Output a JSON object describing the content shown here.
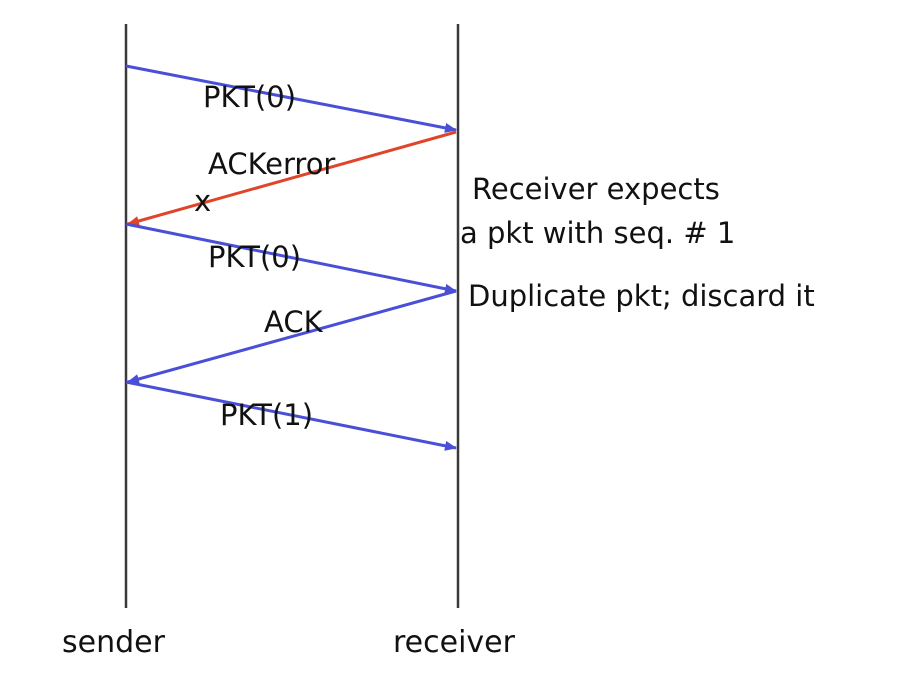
{
  "colors": {
    "packet": "#4a4fd8",
    "ack_error": "#e0452a",
    "lifeline": "#3a3a3a",
    "text": "#111111"
  },
  "lifelines": {
    "sender": "sender",
    "receiver": "receiver"
  },
  "messages": [
    {
      "id": "pkt0-first",
      "label": "PKT(0)",
      "from": "sender",
      "to": "receiver",
      "color": "packet"
    },
    {
      "id": "ack-error",
      "label": "ACKerror",
      "from": "receiver",
      "to": "sender",
      "color": "ack_error",
      "corrupted": true
    },
    {
      "id": "pkt0-retransmit",
      "label": "PKT(0)",
      "from": "sender",
      "to": "receiver",
      "color": "packet"
    },
    {
      "id": "ack",
      "label": "ACK",
      "from": "receiver",
      "to": "sender",
      "color": "packet"
    },
    {
      "id": "pkt1",
      "label": "PKT(1)",
      "from": "sender",
      "to": "receiver",
      "color": "packet"
    }
  ],
  "corruption_mark": "x",
  "notes": {
    "expects_line1": "Receiver expects",
    "expects_line2": "a pkt with seq. # 1",
    "duplicate": "Duplicate pkt; discard it"
  }
}
